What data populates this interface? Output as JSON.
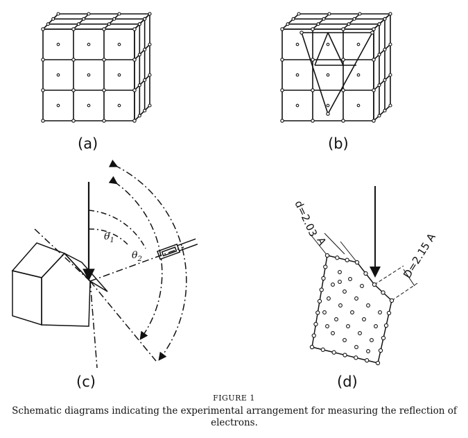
{
  "panels": {
    "a": {
      "label": "(a)"
    },
    "b": {
      "label": "(b)"
    },
    "c": {
      "label": "(c)",
      "theta1_symbol": "θ",
      "theta1_sub": "1",
      "theta2_symbol": "θ",
      "theta2_sub": "2"
    },
    "d": {
      "label": "(d)",
      "d_label": "d=2.03",
      "d_unit": "A",
      "D_label": "D=2.15 A"
    }
  },
  "figure": {
    "title": "FIGURE 1",
    "caption": "Schematic diagrams indicating the experimental arrangement for measuring the reflection of electrons."
  }
}
